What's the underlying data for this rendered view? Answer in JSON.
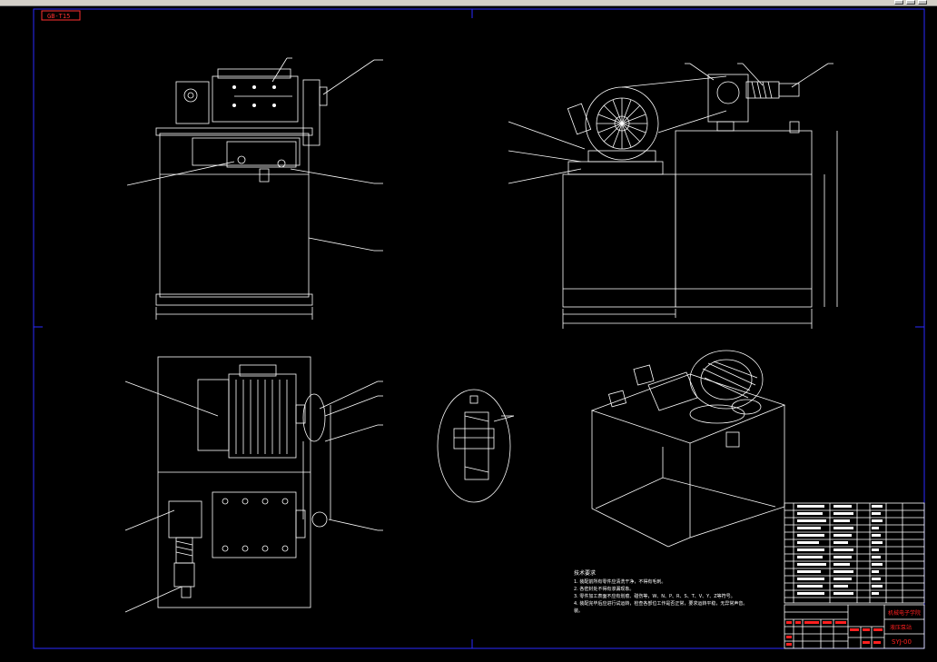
{
  "sheet": {
    "tag": "GB-T15"
  },
  "notes": {
    "heading": "技术要求",
    "lines": [
      "1. 装配前所有零件应清洗干净，不得有毛刺。",
      "2. 各密封处不得有渗漏现象。",
      "3. 零件加工表面不应有划痕、碰伤等，W、N、P、R、S、T、V、Y、Z等符号。",
      "4. 装配完毕后应进行试运转，检查各部位工作是否正常，要求运转平稳，无异常声音。",
      "装。"
    ]
  },
  "title_block": {
    "school": "机械电子学院",
    "drawing_name": "液压泵站",
    "drawing_code": "SYJ-00"
  },
  "colors": {
    "background": "#000000",
    "lines": "#ffffff",
    "frame": "#2a2aff",
    "annotation": "#ff3030"
  }
}
